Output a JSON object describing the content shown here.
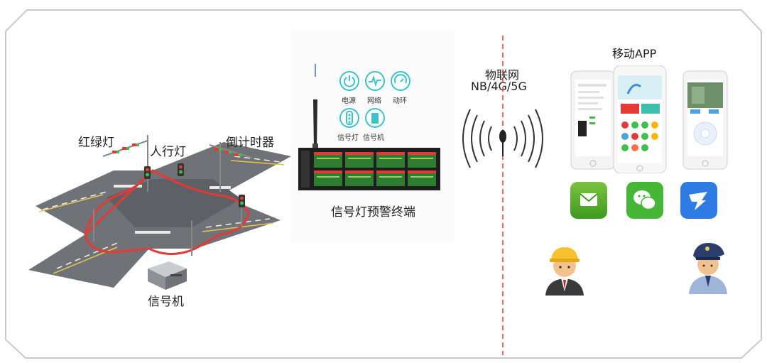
{
  "intersection": {
    "traffic_light_label": "红绿灯",
    "pedestrian_light_label": "人行灯",
    "countdown_label": "倒计时器",
    "signal_controller_label": "信号机"
  },
  "terminal": {
    "status_icons": [
      {
        "icon": "power-icon",
        "label": "电源"
      },
      {
        "icon": "network-icon",
        "label": "网络"
      },
      {
        "icon": "loop-icon",
        "label": "动环"
      },
      {
        "icon": "traffic-light-icon",
        "label": "信号灯"
      },
      {
        "icon": "controller-icon",
        "label": "信号机"
      }
    ],
    "title": "信号灯预警终端"
  },
  "network": {
    "line1": "物联网",
    "line2": "NB/4G/5G"
  },
  "mobile": {
    "title": "移动APP",
    "apps": [
      "sms-app-icon",
      "wechat-app-icon",
      "dingtalk-app-icon"
    ],
    "users": [
      "engineer-avatar",
      "police-avatar"
    ]
  },
  "colors": {
    "accent": "#3cc3c8",
    "red_line": "#e53935",
    "frame": "#c8c8c8"
  }
}
